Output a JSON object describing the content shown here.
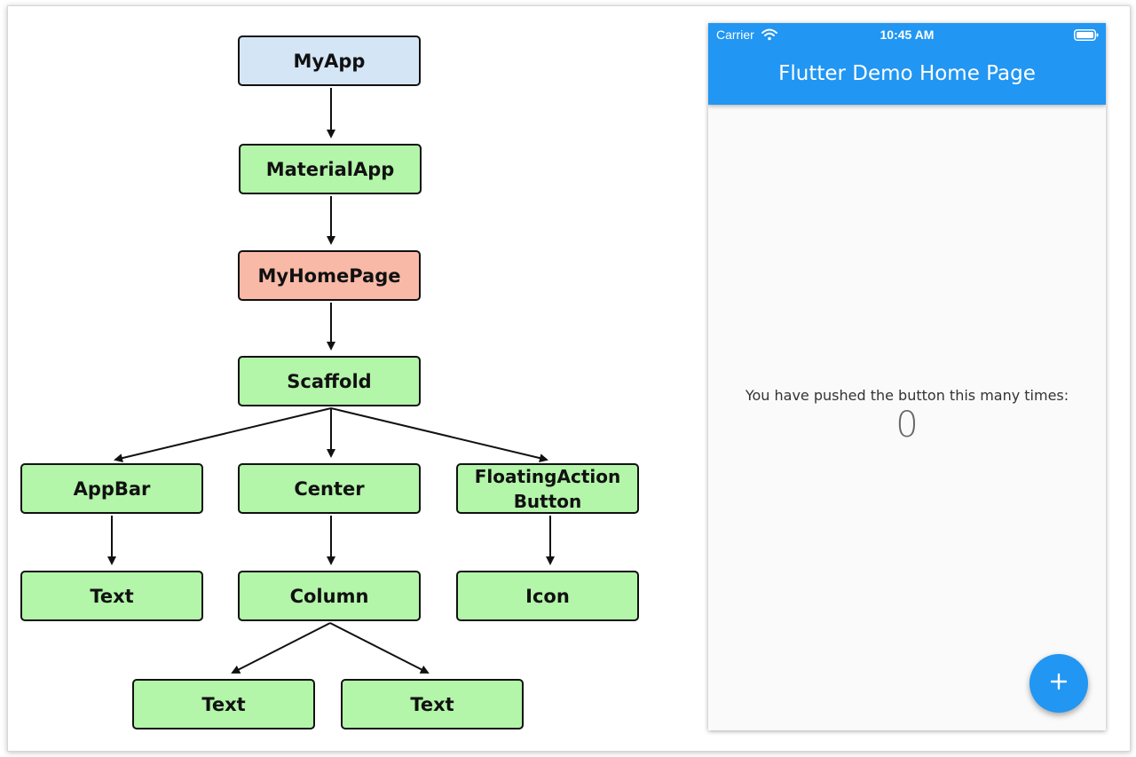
{
  "diagram": {
    "nodes": {
      "myapp": "MyApp",
      "materialapp": "MaterialApp",
      "myhomepage": "MyHomePage",
      "scaffold": "Scaffold",
      "appbar": "AppBar",
      "center": "Center",
      "fab": "FloatingAction\nButton",
      "appbar_text": "Text",
      "column": "Column",
      "icon": "Icon",
      "column_text_1": "Text",
      "column_text_2": "Text"
    },
    "colors": {
      "root": "#d4e5f6",
      "stateful": "#f8b9a7",
      "widget": "#b3f5a9"
    }
  },
  "phone": {
    "status_bar": {
      "carrier": "Carrier",
      "time": "10:45 AM",
      "wifi_icon": "wifi-icon",
      "battery_icon": "battery-icon"
    },
    "app_bar": {
      "title": "Flutter Demo Home Page",
      "color": "#2196f3"
    },
    "body": {
      "label": "You have pushed the button this many times:",
      "counter": "0"
    },
    "fab": {
      "icon": "plus-icon",
      "color": "#2196f3"
    }
  }
}
